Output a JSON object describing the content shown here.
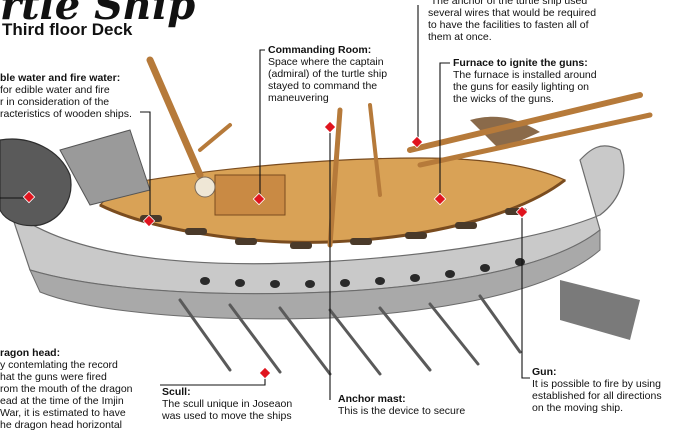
{
  "title": "rtle Ship",
  "subtitle": "Third floor Deck",
  "colors": {
    "hull": "#c9c9c9",
    "hull_dark": "#8a8a8a",
    "deck": "#d9a256",
    "wood": "#b67a3a",
    "wood_dark": "#7a4c1f",
    "marker": "#e0141e",
    "leader": "#111111"
  },
  "callouts": {
    "anchor_wires": {
      "body": " The anchor of the turtle ship used\nseveral wires that would be required\nto have the facilities to fasten all of\nthem at once."
    },
    "commanding_room": {
      "heading": "Commanding Room:",
      "body": "Space where the captain\n(admiral) of the turtle ship\nstayed to command the\nmaneuvering"
    },
    "furnace": {
      "heading": "Furnace to ignite the guns:",
      "body": "The furnace is installed around\nthe guns for easily lighting on\nthe wicks of the guns."
    },
    "water": {
      "heading": "ble water and fire water:",
      "body": "for edible water and fire\nr in consideration of the\nracteristics of wooden ships."
    },
    "dragon_head": {
      "heading": "ragon head:",
      "body": "y contemlating the record\nhat the guns were fired\nrom the mouth of the dragon\nead at the time of the Imjin\nWar, it is estimated to have\nhe dragon head horizontal"
    },
    "scull": {
      "heading": "Scull:",
      "body": "The scull unique in Joseaon\nwas used to move the ships"
    },
    "anchor_mast": {
      "heading": "Anchor mast:",
      "body": "This is the device to secure"
    },
    "gun": {
      "heading": "Gun:",
      "body": "It is possible to fire by using\nestablished for all directions\non the moving ship."
    }
  }
}
